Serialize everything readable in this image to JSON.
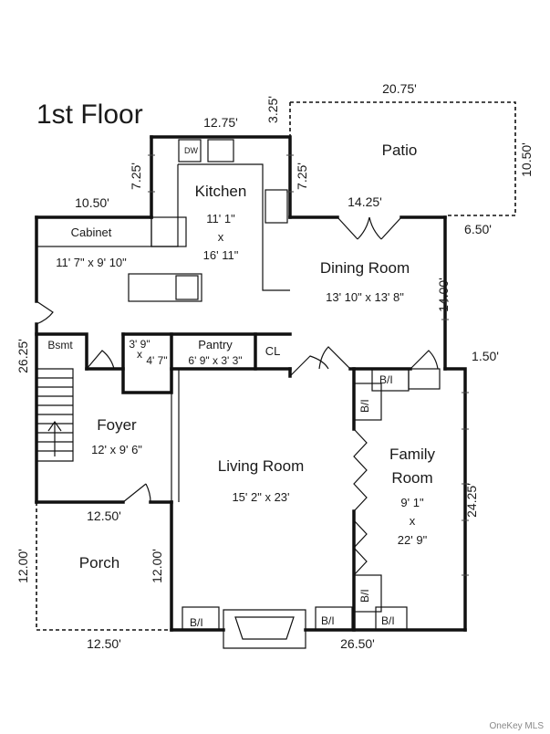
{
  "title": "1st Floor",
  "rooms": {
    "kitchen": {
      "name": "Kitchen",
      "w": "11' 1\"",
      "x": "x",
      "h": "16' 11\""
    },
    "patio": {
      "name": "Patio"
    },
    "dining": {
      "name": "Dining Room",
      "size": "13' 10\" x 13' 8\""
    },
    "cabinet": {
      "name": "Cabinet",
      "size": "11' 7\" x 9' 10\""
    },
    "bsmt": {
      "name": "Bsmt"
    },
    "bath": {
      "w": "3' 9\"",
      "x": "x",
      "h": "4' 7\""
    },
    "pantry": {
      "name": "Pantry",
      "size": "6' 9\" x 3' 3\""
    },
    "cl": {
      "name": "CL"
    },
    "foyer": {
      "name": "Foyer",
      "size": "12' x 9' 6\""
    },
    "living": {
      "name": "Living Room",
      "size": "15' 2\" x 23'"
    },
    "family": {
      "line1": "Family",
      "line2": "Room",
      "w": "9' 1\"",
      "x": "x",
      "h": "22' 9\""
    },
    "porch": {
      "name": "Porch"
    }
  },
  "appliances": {
    "dishwasher": "DW"
  },
  "builtins": {
    "label": "B/I"
  },
  "dimensions": {
    "patio_top": "20.75'",
    "kitchen_top": "12.75'",
    "patio_offset": "3.25'",
    "patio_right": "10.50'",
    "kitchen_left": "7.25'",
    "kitchen_right": "7.25'",
    "cabinet_top": "10.50'",
    "dining_top": "14.25'",
    "patio_step": "6.50'",
    "dining_right": "14.00'",
    "step_right": "1.50'",
    "left_side": "26.25'",
    "family_right": "24.25'",
    "porch_top": "12.50'",
    "porch_left": "12.00'",
    "porch_right": "12.00'",
    "porch_bottom": "12.50'",
    "bottom": "26.50'"
  },
  "watermark": "OneKey MLS"
}
